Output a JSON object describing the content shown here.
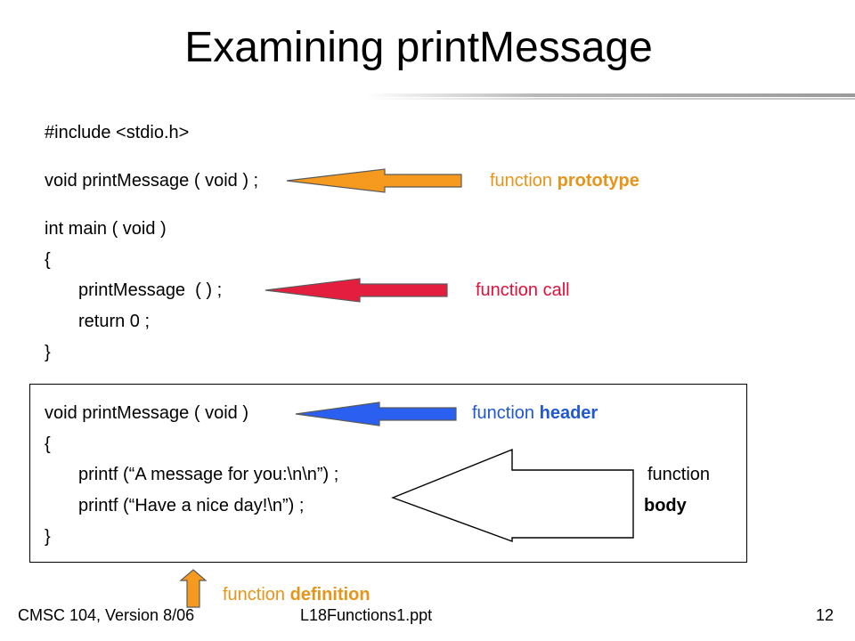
{
  "title": "Examining printMessage",
  "code": {
    "include": "#include <stdio.h>",
    "prototype": "void printMessage ( void ) ;",
    "main_header": "int main ( void )",
    "open_brace": "{",
    "call": "printMessage  ( ) ;",
    "return": "return 0 ;",
    "close_brace": "}",
    "def_header": "void printMessage ( void )",
    "def_open": "{",
    "printf1": "printf (“A message for you:\\n\\n”) ;",
    "printf2": "printf (“Have a nice day!\\n”) ;",
    "def_close": "}"
  },
  "annotations": {
    "prototype": {
      "prefix": "function ",
      "emphasis": "prototype",
      "color": "#e8941a",
      "arrow_icon": "left-arrow-orange"
    },
    "call": {
      "text": "function call",
      "color": "#e0103a",
      "arrow_icon": "left-arrow-red"
    },
    "header": {
      "prefix": "function ",
      "emphasis": "header",
      "color": "#1f57d6",
      "arrow_icon": "left-arrow-blue"
    },
    "body_line1": "function",
    "body_line2": "body",
    "body_arrow_icon": "left-arrow-outline",
    "definition": {
      "prefix": "function ",
      "emphasis": "definition",
      "color": "#e8941a",
      "arrow_icon": "up-arrow-orange"
    }
  },
  "footer": {
    "left": "CMSC 104, Version 8/06",
    "center": "L18Functions1.ppt",
    "page": "12"
  }
}
